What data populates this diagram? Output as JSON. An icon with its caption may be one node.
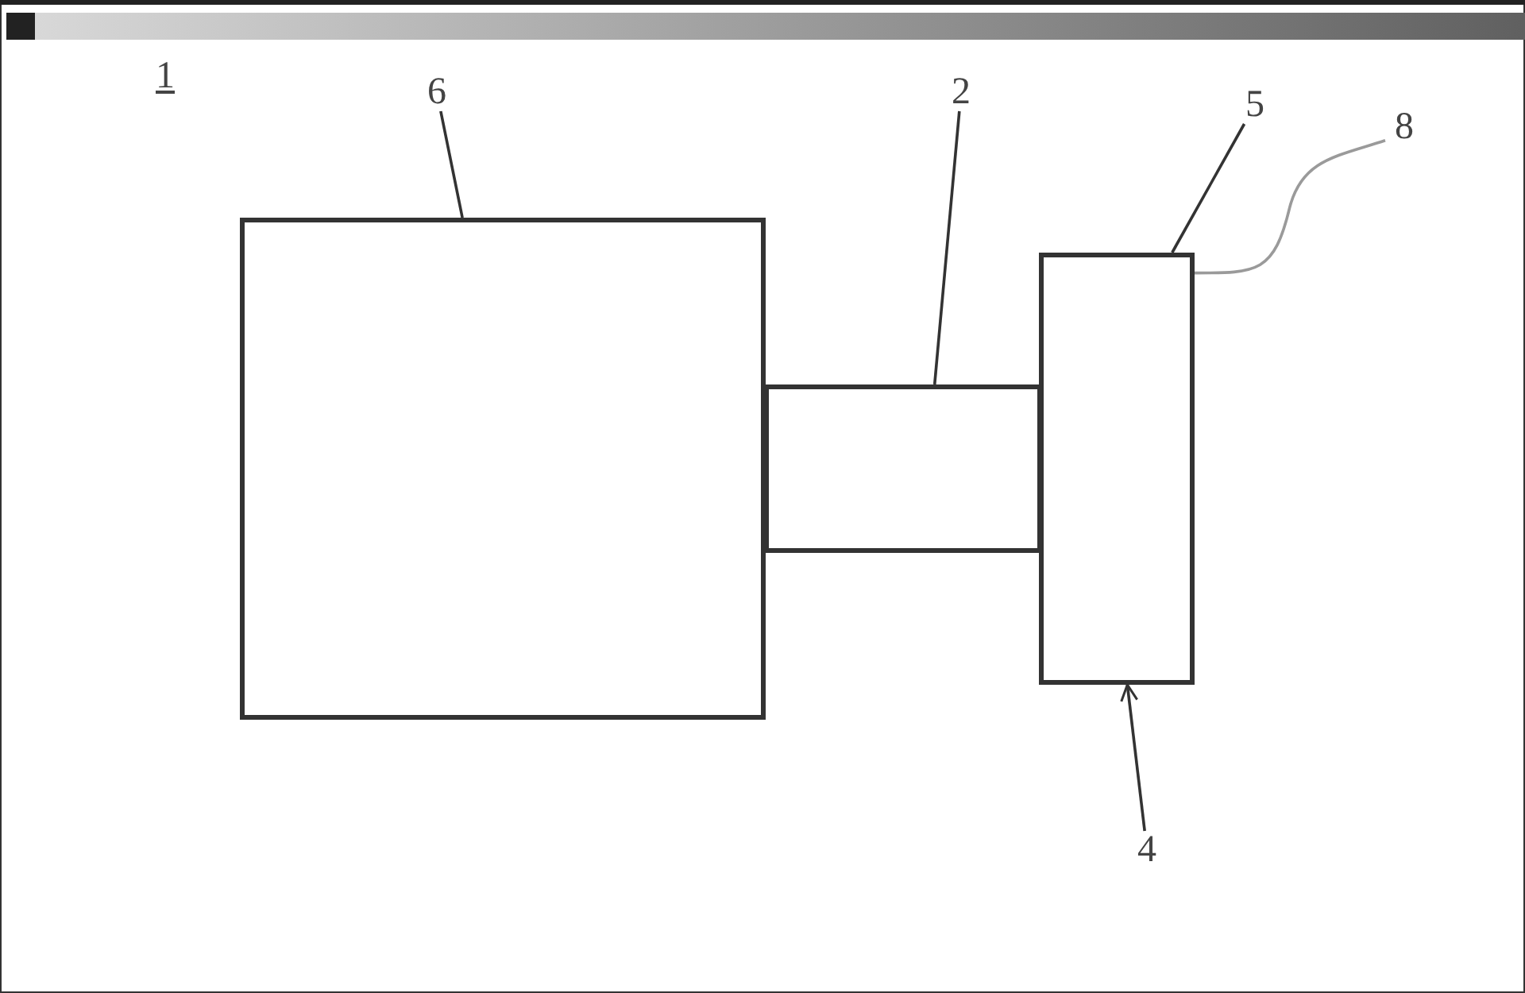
{
  "diagram": {
    "nodes": [
      {
        "text": [],
        "shape": "box"
      },
      {
        "text": [],
        "shape": "box"
      },
      {
        "text": [],
        "shape": "box"
      },
      {
        "text": [
          "6"
        ]
      },
      {
        "text": [
          "2"
        ]
      },
      {
        "text": [
          "5"
        ]
      },
      {
        "text": [
          "8"
        ]
      },
      {
        "text": [
          "4"
        ]
      }
    ],
    "edges": [
      {
        "from": 3,
        "to": 0,
        "arrow": "none"
      },
      {
        "from": 4,
        "to": 1,
        "arrow": "none"
      },
      {
        "from": 5,
        "to": 2,
        "arrow": "none"
      },
      {
        "from": 6,
        "to": 2,
        "arrow": "none",
        "color": "#9a9a9a"
      },
      {
        "from": 7,
        "to": 2,
        "arrow": "to"
      }
    ],
    "labels": [
      "1"
    ]
  }
}
